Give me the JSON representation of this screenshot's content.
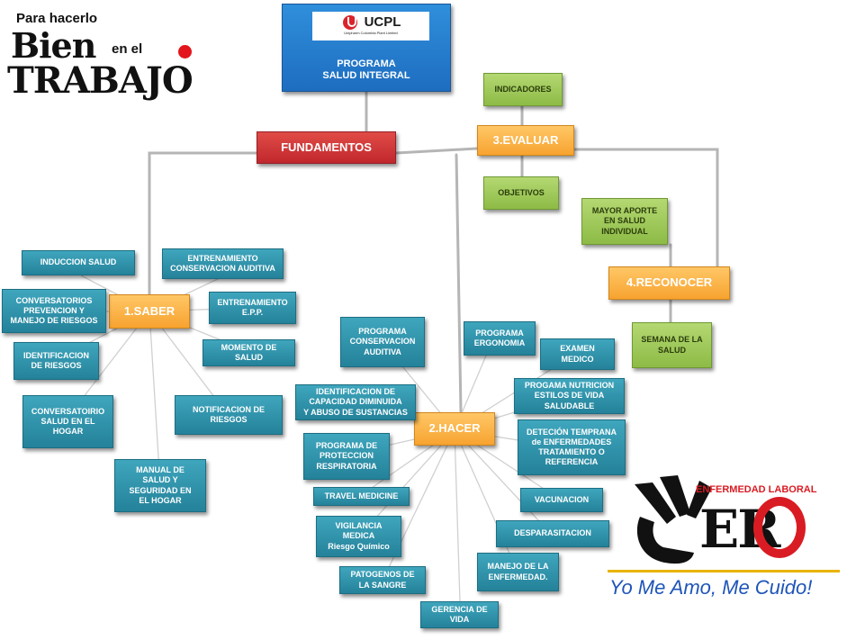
{
  "brand": {
    "line1": "Para hacerlo",
    "line2_big": "Bien",
    "line2_small": "en el",
    "line3": "TRABAJO",
    "dot_color": "#e2161c"
  },
  "root": {
    "logo_text": "UCPL",
    "logo_subtitle": "Unipharm Colombia Plant Limited",
    "title": "PROGRAMA\nSALUD INTEGRAL"
  },
  "fundamentos": "FUNDAMENTOS",
  "evaluar": {
    "label": "3.EVALUAR",
    "items": [
      "INDICADORES",
      "OBJETIVOS"
    ]
  },
  "reconocer": {
    "label": "4.RECONOCER",
    "items": [
      "MAYOR APORTE\nEN SALUD\nINDIVIDUAL",
      "SEMANA DE LA\nSALUD"
    ]
  },
  "saber": {
    "label": "1.SABER",
    "items": [
      "INDUCCION  SALUD",
      "ENTRENAMIENTO\nCONSERVACION AUDITIVA",
      "CONVERSATORIOS\nPREVENCION Y\nMANEJO DE RIESGOS",
      "ENTRENAMIENTO\nE.P.P.",
      "IDENTIFICACION\nDE RIESGOS",
      "MOMENTO DE\nSALUD",
      "CONVERSATOIRIO\nSALUD EN EL\nHOGAR",
      "NOTIFICACION DE\nRIESGOS",
      "MANUAL DE\nSALUD Y\nSEGURIDAD  EN\nEL  HOGAR"
    ]
  },
  "hacer": {
    "label": "2.HACER",
    "items": [
      "PROGRAMA\nCONSERVACION\nAUDITIVA",
      "PROGRAMA\nERGONOMIA",
      "EXAMEN\nMEDICO",
      "IDENTIFICACION DE\nCAPACIDAD DIMINUIDA\nY ABUSO DE SUSTANCIAS",
      "PROGAMA NUTRICION\nESTILOS DE VIDA\nSALUDABLE",
      "PROGRAMA DE\nPROTECCION\nRESPIRATORIA",
      "DETECIÓN TEMPRANA\nde ENFERMEDADES\nTRATAMIENTO O\nREFERENCIA",
      "TRAVEL MEDICINE",
      "VACUNACION",
      "VIGILANCIA\nMEDICA\nRiesgo Químico",
      "DESPARASITACION",
      "PATOGENOS DE\nLA SANGRE",
      "MANEJO DE LA\nENFERMEDAD.",
      "GERENCIA DE\nVIDA"
    ]
  },
  "cero_logo": {
    "tag": "ENFERMEDAD LABORAL",
    "word": "ER",
    "slogan": "Yo Me Amo, Me Cuido!",
    "accent_color": "#d91c23",
    "slogan_color": "#1f55b8"
  },
  "colors": {
    "teal": "#2b8ea6",
    "green": "#9bc654",
    "orange": "#fbb040",
    "red": "#c8282f",
    "blue": "#2a7fd0",
    "connector": "#9a9a9a"
  }
}
